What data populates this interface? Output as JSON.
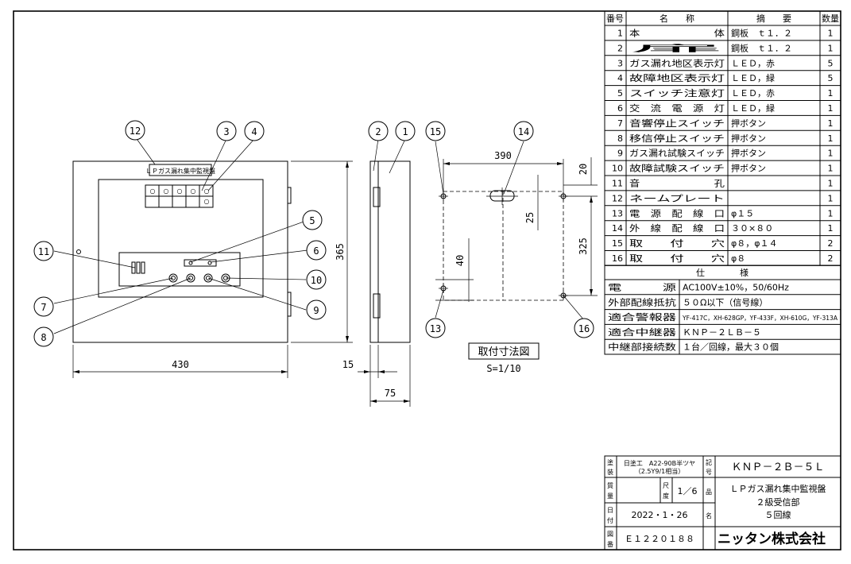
{
  "front_view": {
    "nameplate": "ＬＰガス漏れ集中監視盤",
    "dim_width": "430",
    "dim_height": "365"
  },
  "side_view": {
    "dim_depth": "75",
    "dim_front": "15"
  },
  "mount_view": {
    "title": "取付寸法図",
    "scale": "S=1/10",
    "dim_width": "390",
    "dim_height": "325",
    "dim_top": "20",
    "dim_hole": "25",
    "dim_bottom": "40"
  },
  "callouts": [
    "1",
    "2",
    "3",
    "4",
    "5",
    "6",
    "7",
    "8",
    "9",
    "10",
    "11",
    "12",
    "13",
    "14",
    "15",
    "16"
  ],
  "parts_table": {
    "headers": [
      "番号",
      "名　　称",
      "摘　　要",
      "数量"
    ],
    "rows": [
      {
        "no": "1",
        "name": "本　　　　　　　体",
        "spec": "鋼板　ｔ１．２",
        "qty": "1"
      },
      {
        "no": "2",
        "name": "扉",
        "spec": "鋼板　ｔ１．２",
        "qty": "1"
      },
      {
        "no": "3",
        "name": "ガス漏れ地区表示灯",
        "spec": "ＬＥＤ，赤",
        "qty": "5"
      },
      {
        "no": "4",
        "name": "故障地区表示灯",
        "spec": "ＬＥＤ，緑",
        "qty": "5"
      },
      {
        "no": "5",
        "name": "スイッチ注意灯",
        "spec": "ＬＥＤ，赤",
        "qty": "1"
      },
      {
        "no": "6",
        "name": "交　流　電　源　灯",
        "spec": "ＬＥＤ，緑",
        "qty": "1"
      },
      {
        "no": "7",
        "name": "音響停止スイッチ",
        "spec": "押ボタン",
        "qty": "1"
      },
      {
        "no": "8",
        "name": "移信停止スイッチ",
        "spec": "押ボタン",
        "qty": "1"
      },
      {
        "no": "9",
        "name": "ガス漏れ試験スイッチ",
        "spec": "押ボタン",
        "qty": "1"
      },
      {
        "no": "10",
        "name": "故障試験スイッチ",
        "spec": "押ボタン",
        "qty": "1"
      },
      {
        "no": "11",
        "name": "音　　　　　　　孔",
        "spec": "",
        "qty": "1"
      },
      {
        "no": "12",
        "name": "ネームプレート",
        "spec": "",
        "qty": "1"
      },
      {
        "no": "13",
        "name": "電　源　配　線　口",
        "spec": "φ１５",
        "qty": "1"
      },
      {
        "no": "14",
        "name": "外　線　配　線　口",
        "spec": "３０×８０",
        "qty": "1"
      },
      {
        "no": "15",
        "name": "取　　付　　穴",
        "spec": "φ８，φ１４",
        "qty": "2"
      },
      {
        "no": "16",
        "name": "取　　付　　穴",
        "spec": "φ８",
        "qty": "2"
      }
    ]
  },
  "spec_table": {
    "header": "仕　　　　様",
    "rows": [
      {
        "label": "電　　　源",
        "value": "AC100V±10%，50/60Hz"
      },
      {
        "label": "外部配線抵抗",
        "value": "５０Ω以下（信号線）"
      },
      {
        "label": "適合警報器",
        "value": "YF-417C，XH-628GP，YF-433F，XH-610G，YF-313A"
      },
      {
        "label": "適合中継器",
        "value": "ＫＮＰ－２ＬＢ－５"
      },
      {
        "label": "中継部接続数",
        "value": "１台／回線，最大３０個"
      }
    ]
  },
  "title_block": {
    "paint_label": "塗装",
    "paint_value_1": "日塗工　A22-90B半ツヤ",
    "paint_value_2": "（2.5Y9/1相当）",
    "model_label": "記号",
    "model": "ＫＮＰ－２Ｂ－５Ｌ",
    "mass_label": "質量",
    "scale_label": "尺度",
    "scale_value": "1／6",
    "product_label": "品名",
    "product_line1": "ＬＰガス漏れ集中監視盤",
    "product_line2": "２級受信部",
    "product_line3": "５回線",
    "date_label": "日付",
    "date": "2022・1・26",
    "name_label": "名",
    "drawing_label": "図番",
    "drawing_no": "Ｅ１２２０１８８",
    "company": "ニッタン株式会社"
  }
}
